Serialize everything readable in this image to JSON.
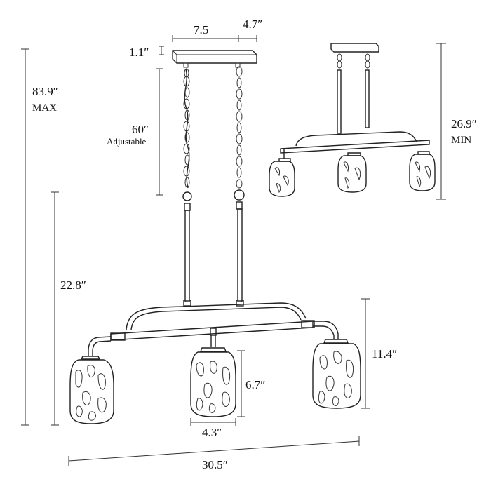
{
  "diagram": {
    "dimensions": {
      "canopy_width": "7.5",
      "canopy_depth": "4.7″",
      "canopy_height": "1.1″",
      "chain_length": "60″",
      "chain_note": "Adjustable",
      "overall_max": "83.9″",
      "overall_max_label": "MAX",
      "rod_to_shade": "22.8″",
      "fixture_height": "11.4″",
      "shade_height": "6.7″",
      "shade_width": "4.3″",
      "overall_width": "30.5″",
      "overall_min": "26.9″",
      "overall_min_label": "MIN"
    }
  }
}
